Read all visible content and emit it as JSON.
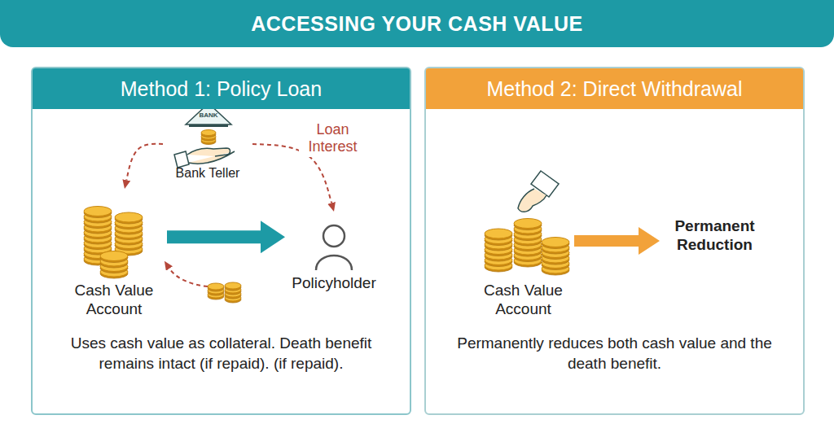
{
  "diagram": {
    "title": "ACCESSING YOUR CASH VALUE",
    "nodes": [
      {
        "text": [
          "Method 1: Policy Loan",
          "Uses cash value as collateral. Death benefit remains intact (if repaid). (if repaid)."
        ]
      },
      {
        "text": [
          "Bank Teller"
        ],
        "in": 0
      },
      {
        "text": [
          "Cash Value Account"
        ],
        "in": 0
      },
      {
        "text": [
          "Policyholder"
        ],
        "in": 0
      },
      {
        "text": [
          "Method 2: Direct Withdrawal",
          "Permanently reduces both cash value and the death benefit."
        ]
      },
      {
        "text": [
          "Cash Value Account"
        ],
        "in": 4
      },
      {
        "text": [
          "Permanent Reduction"
        ],
        "in": 4
      }
    ],
    "edges": [
      {
        "from": 2,
        "to": 3,
        "arrow": "to"
      },
      {
        "from": 1,
        "to": 2,
        "arrow": "to"
      },
      {
        "from": 1,
        "to": 3,
        "label": "Loan Interest",
        "arrow": "to"
      },
      {
        "from": 5,
        "to": 6,
        "arrow": "to"
      }
    ],
    "labels": [
      "BANK"
    ]
  }
}
